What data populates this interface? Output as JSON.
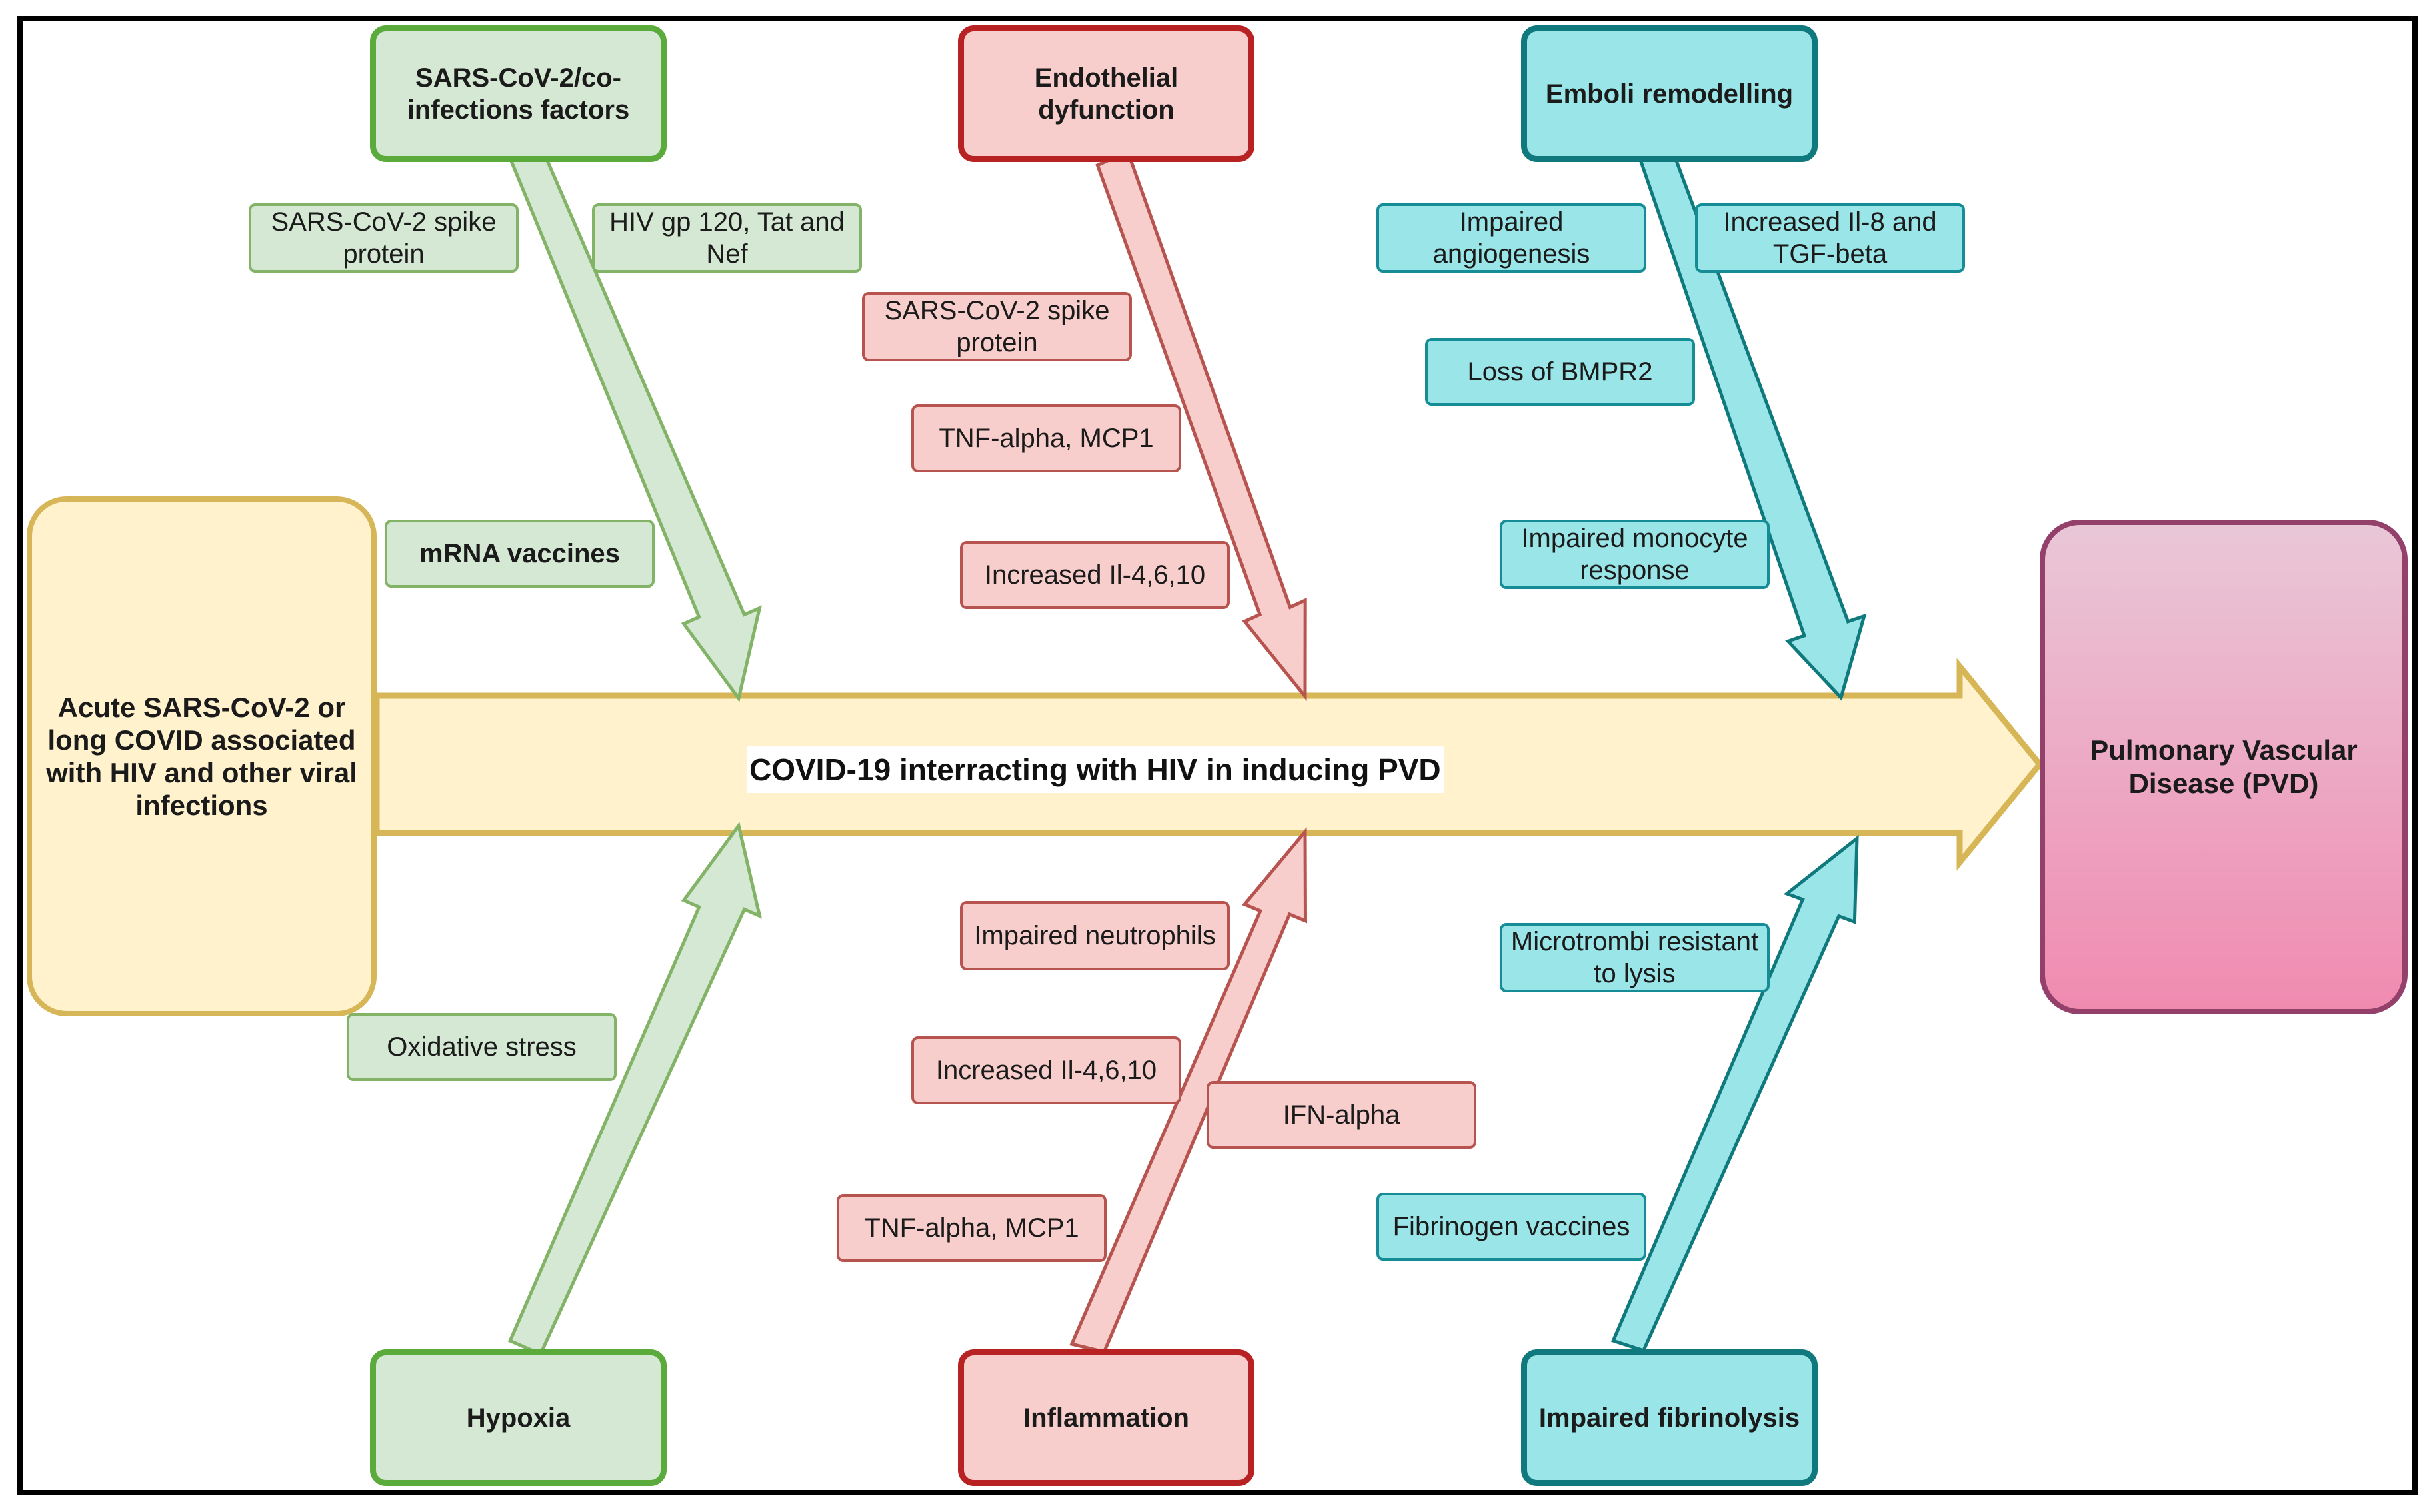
{
  "colors": {
    "frame": "#000000",
    "spine_fill": "#fff2cc",
    "spine_stroke": "#d6b656",
    "green": "#d5e8d4",
    "green_stroke": "#82b366",
    "red": "#f8cecc",
    "red_stroke": "#b85450",
    "teal": "#99e5e7",
    "teal_stroke": "#168d96",
    "pvd_top": "#e9c7d7",
    "pvd_bottom": "#f08bb0",
    "pvd_stroke": "#93406b"
  },
  "cause": {
    "text": "Acute SARS-CoV-2 or long COVID associated with HIV and other viral infections"
  },
  "effect": {
    "text": "Pulmonary Vascular Disease (PVD)"
  },
  "spine": {
    "text": "COVID-19 interracting with HIV in inducing PVD"
  },
  "categories": {
    "coinfection": {
      "title": "SARS-CoV-2/co-infections factors",
      "color": "green"
    },
    "endothelial": {
      "title": "Endothelial dyfunction",
      "color": "red"
    },
    "emboli": {
      "title": "Emboli remodelling",
      "color": "teal"
    },
    "hypoxia": {
      "title": "Hypoxia",
      "color": "green"
    },
    "inflammation": {
      "title": "Inflammation",
      "color": "red"
    },
    "fibrinolysis": {
      "title": "Impaired fibrinolysis",
      "color": "teal"
    }
  },
  "factors": {
    "coinfection": [
      "SARS-CoV-2 spike protein",
      "HIV gp 120, Tat and Nef",
      "mRNA vaccines"
    ],
    "endothelial": [
      "SARS-CoV-2 spike protein",
      "TNF-alpha, MCP1",
      "Increased Il-4,6,10"
    ],
    "emboli": [
      "Impaired angiogenesis",
      "Increased Il-8 and TGF-beta",
      "Loss of BMPR2",
      "Impaired monocyte response"
    ],
    "hypoxia": [
      "Oxidative stress"
    ],
    "inflammation": [
      "Impaired neutrophils",
      "Increased Il-4,6,10",
      "IFN-alpha",
      "TNF-alpha, MCP1"
    ],
    "fibrinolysis": [
      "Microtrombi resistant to lysis",
      "Fibrinogen vaccines"
    ]
  }
}
